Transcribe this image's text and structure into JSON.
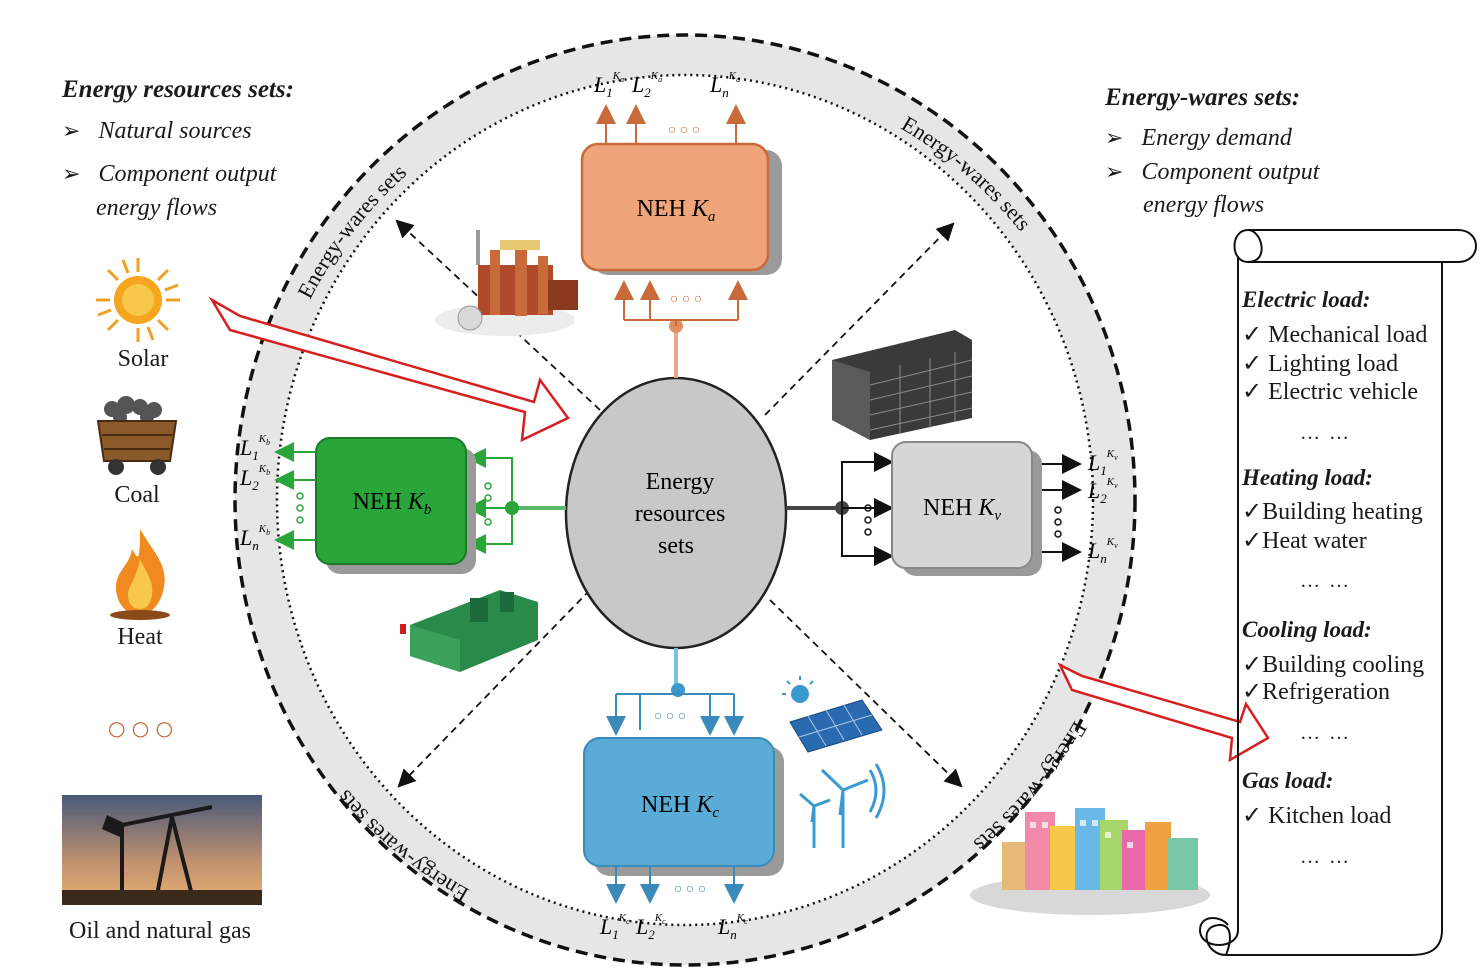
{
  "left_panel": {
    "title": "Energy resources sets:",
    "items": [
      "Natural sources",
      "Component output",
      "energy flows"
    ],
    "sources": [
      "Solar",
      "Coal",
      "Heat",
      "Oil and natural gas"
    ],
    "ellipsis": "○ ○ ○"
  },
  "right_panel": {
    "title": "Energy-wares sets:",
    "items": [
      "Energy demand",
      "Component output",
      "energy flows"
    ]
  },
  "ring": {
    "label": "Energy-wares sets"
  },
  "center": {
    "lines": [
      "Energy",
      "resources",
      "sets"
    ]
  },
  "hubs": {
    "a": {
      "label": "NEH",
      "sub": "a",
      "color": "#f0a47a",
      "stroke": "#c86a3a"
    },
    "b": {
      "label": "NEH",
      "sub": "b",
      "color": "#2aa53a",
      "stroke": "#1a7a2a"
    },
    "c": {
      "label": "NEH",
      "sub": "c",
      "color": "#5aabd6",
      "stroke": "#3a8abb"
    },
    "v": {
      "label": "NEH",
      "sub": "v",
      "color": "#d6d6d6",
      "stroke": "#888888"
    }
  },
  "scroll": {
    "groups": [
      {
        "title": "Electric load:",
        "items": [
          "✓ Mechanical load",
          "✓ Lighting load",
          "✓ Electric vehicle"
        ],
        "dots": "… …"
      },
      {
        "title": "Heating load:",
        "items": [
          "✓Building heating",
          "✓Heat water"
        ],
        "dots": "… …"
      },
      {
        "title": "Cooling load:",
        "items": [
          "✓Building cooling",
          "✓Refrigeration"
        ],
        "dots": "… …"
      },
      {
        "title": "Gas load:",
        "items": [
          "✓ Kitchen load"
        ],
        "dots": "… …"
      }
    ]
  },
  "colors": {
    "ring_fill": "#e6e6e6",
    "center_fill": "#c8c8c8",
    "big_arrow": "#d62020"
  }
}
